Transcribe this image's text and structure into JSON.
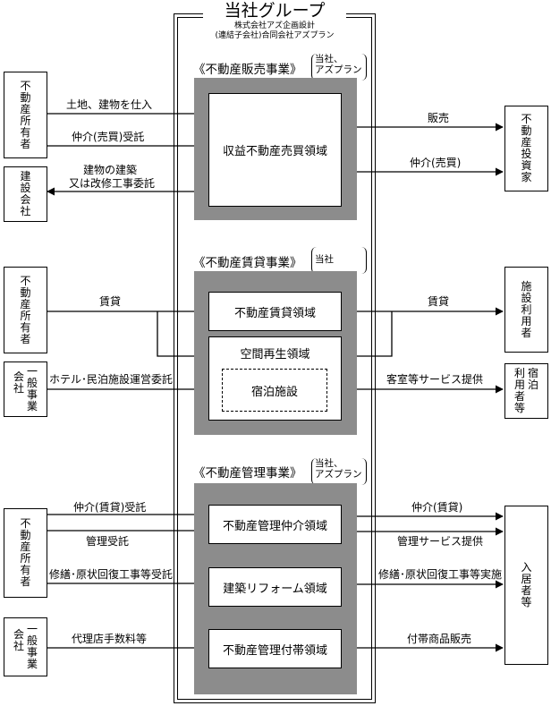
{
  "group": {
    "title": "当社グループ",
    "subtitle1": "株式会社アズ企画設計",
    "subtitle2": "(連結子会社)合同会社アズプラン"
  },
  "sections": {
    "sales": {
      "title": "《不動産販売事業》",
      "entities": [
        "当社、",
        "アズプラン"
      ],
      "domain": "収益不動産売買領域"
    },
    "rental": {
      "title": "《不動産賃貸事業》",
      "entities": [
        "当社"
      ],
      "domain1": "不動産賃貸領域",
      "domain2": "空間再生領域",
      "domain3": "宿泊施設"
    },
    "mgmt": {
      "title": "《不動産管理事業》",
      "entities": [
        "当社、",
        "アズプラン"
      ],
      "domain1": "不動産管理仲介領域",
      "domain2": "建築リフォーム領域",
      "domain3": "不動産管理付帯領域"
    }
  },
  "external": {
    "owner1": "不動産所有者",
    "builder": "建設会社",
    "investor": "不動産投資家",
    "owner2": "不動産所有者",
    "general1": [
      "一般事業",
      "会社"
    ],
    "facility_user": "施設利用者",
    "lodging_user": [
      "宿泊",
      "利用者等"
    ],
    "owner3": "不動産所有者",
    "general2": [
      "一般事業",
      "会社"
    ],
    "resident": "入居者等"
  },
  "arrows": {
    "purchase": "土地、建物を仕入",
    "brokerage_sale_commission": "仲介(売買)受託",
    "construction_1": "建物の建築",
    "construction_2": "又は改修工事委託",
    "sale": "販売",
    "brokerage_sale": "仲介(売買)",
    "lease": "賃貸",
    "hotel_consign": "ホテル･民泊施設運営委託",
    "lease_out": "賃貸",
    "room_service": "客室等サービス提供",
    "brokerage_lease_commission": "仲介(賃貸)受託",
    "mgmt_commission": "管理受託",
    "repair_commission": "修繕･原状回復工事等受託",
    "agency_fee": "代理店手数料等",
    "brokerage_lease": "仲介(賃貸)",
    "mgmt_service": "管理サービス提供",
    "repair_exec": "修繕･原状回復工事等実施",
    "goods_sale": "付帯商品販売"
  }
}
